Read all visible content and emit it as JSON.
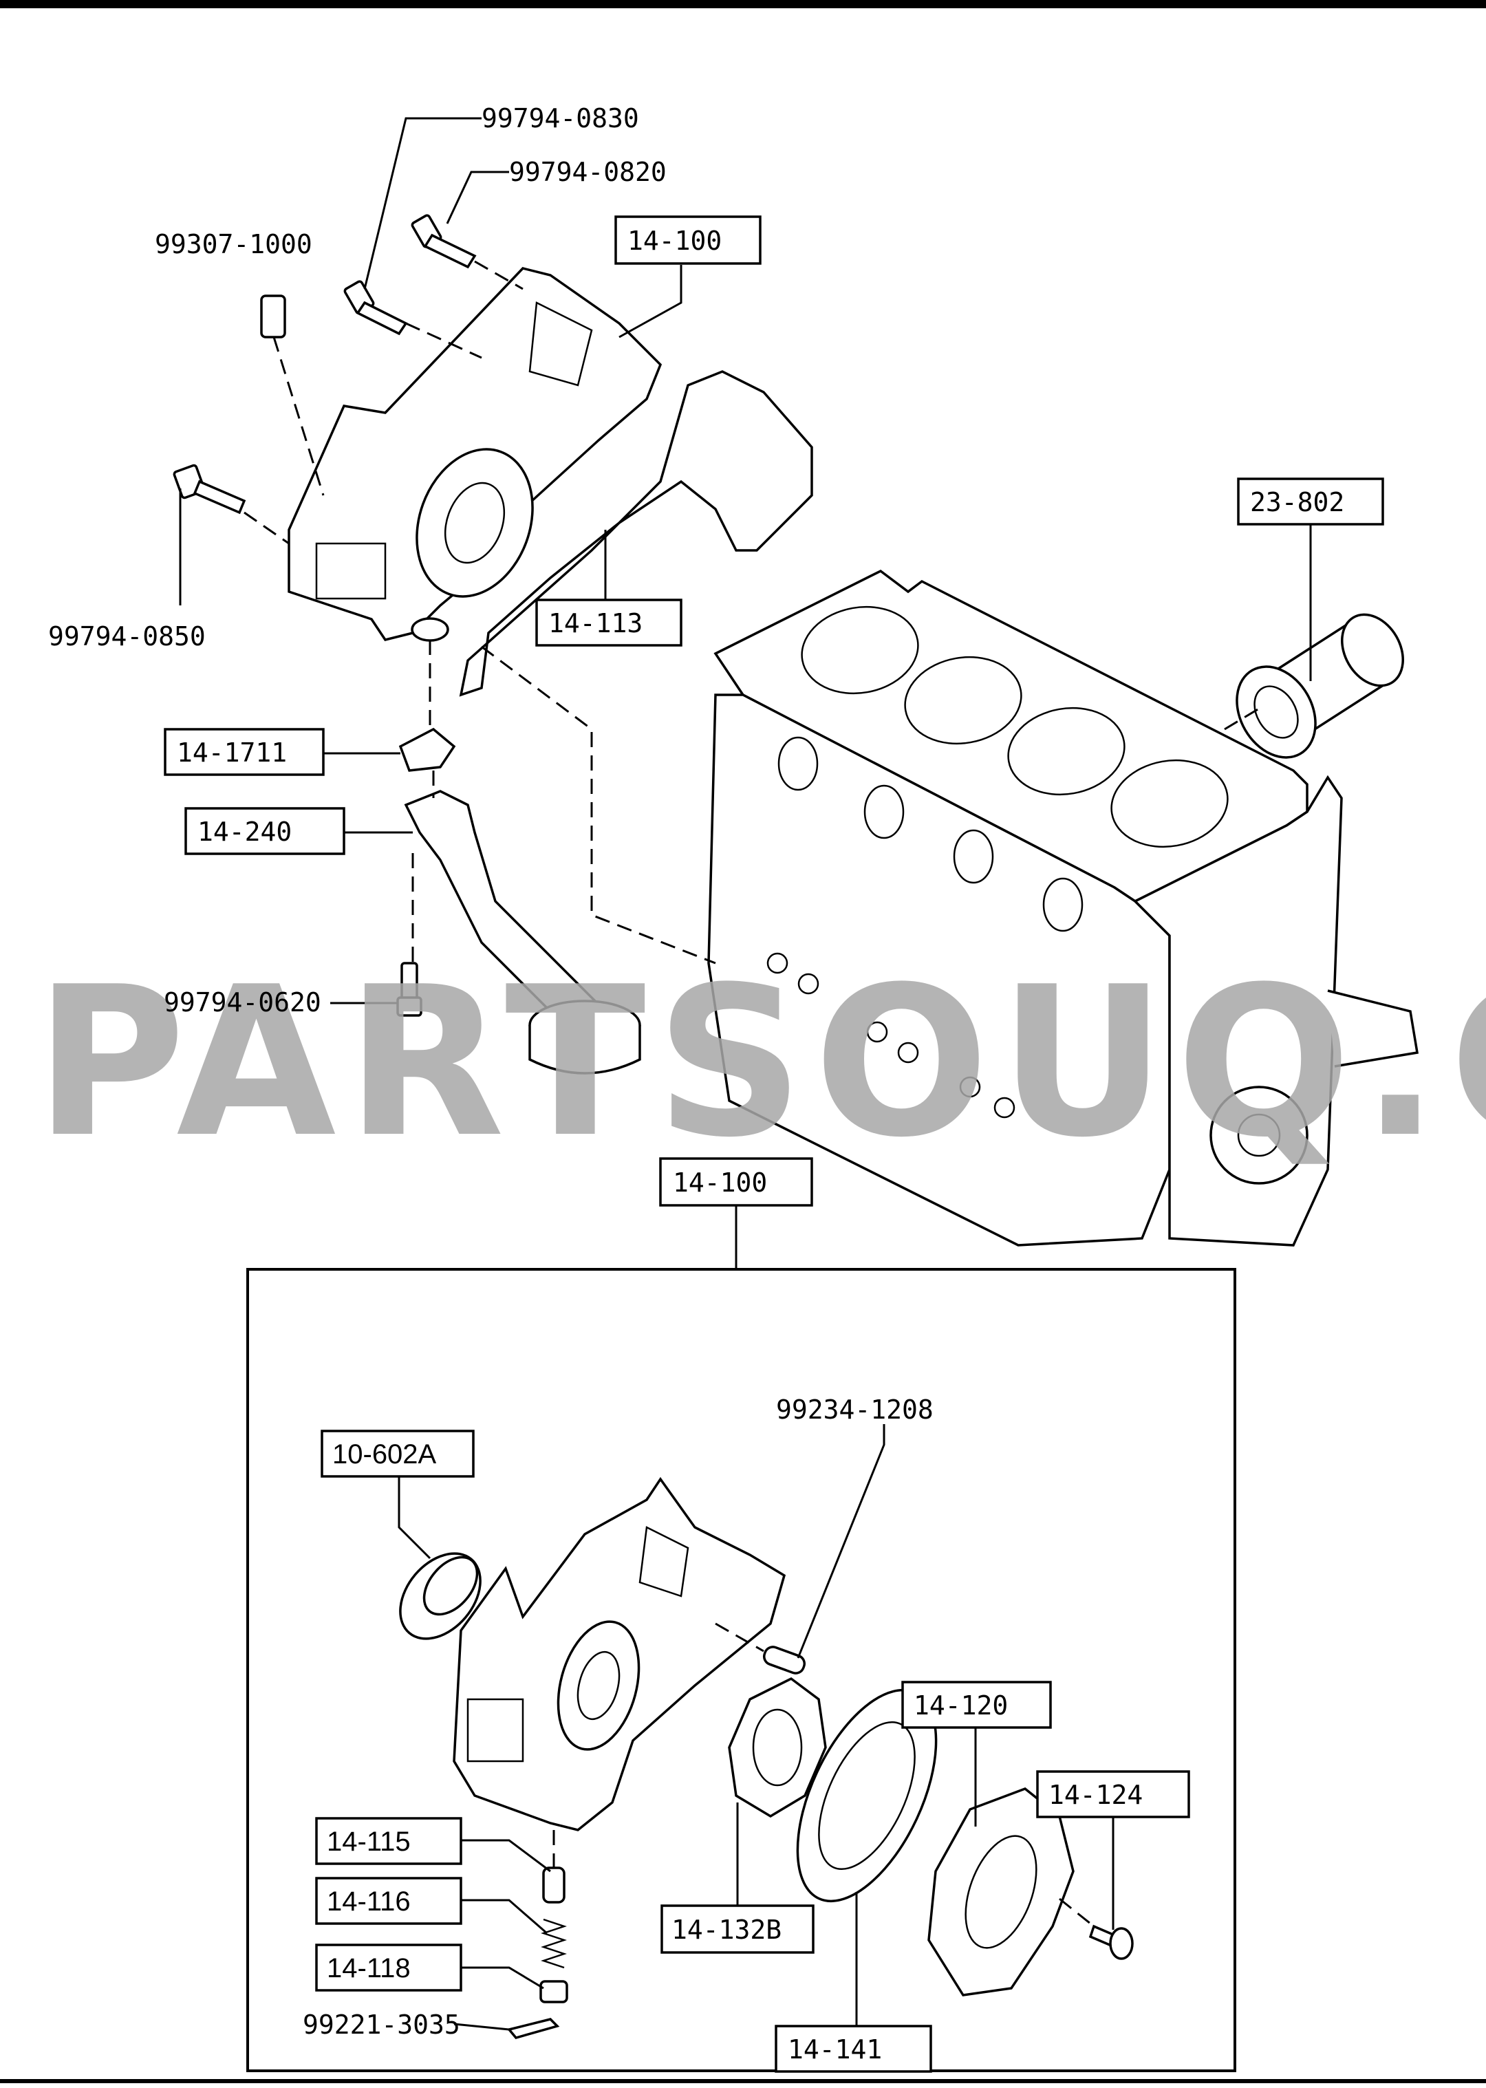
{
  "watermark": "PARTSOUQ.COM",
  "callouts": {
    "c_99794_0830": "99794-0830",
    "c_99794_0820": "99794-0820",
    "c_99307_1000": "99307-1000",
    "c_14_100_top": "14-100",
    "c_23_802": "23-802",
    "c_99794_0850": "99794-0850",
    "c_14_113": "14-113",
    "c_14_1711": "14-1711",
    "c_14_240": "14-240",
    "c_99794_0620": "99794-0620",
    "c_14_100_detail": "14-100",
    "c_99234_1208": "99234-1208",
    "c_10_602A": "10-602A",
    "c_14_120": "14-120",
    "c_14_124": "14-124",
    "c_14_115": "14-115",
    "c_14_116": "14-116",
    "c_14_118": "14-118",
    "c_14_132B": "14-132B",
    "c_99221_3035": "99221-3035",
    "c_14_141": "14-141"
  }
}
